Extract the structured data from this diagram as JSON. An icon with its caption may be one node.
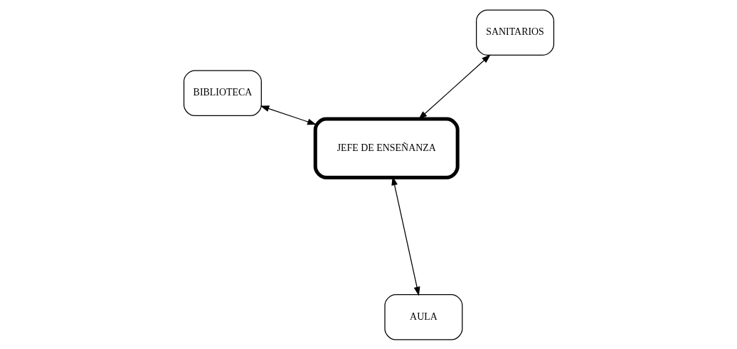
{
  "diagram": {
    "nodes": [
      {
        "text": [
          "AULA"
        ]
      },
      {
        "text": [
          "BIBLIOTECA"
        ]
      },
      {
        "text": [
          "JEFE DE ENSEÑANZA"
        ]
      },
      {
        "text": [
          "SANITARIOS"
        ]
      }
    ],
    "edges": [
      {
        "from": 2,
        "to": 0,
        "arrow": "both"
      },
      {
        "from": 1,
        "to": 2,
        "arrow": "both"
      },
      {
        "from": 2,
        "to": 3,
        "arrow": "both"
      }
    ]
  }
}
